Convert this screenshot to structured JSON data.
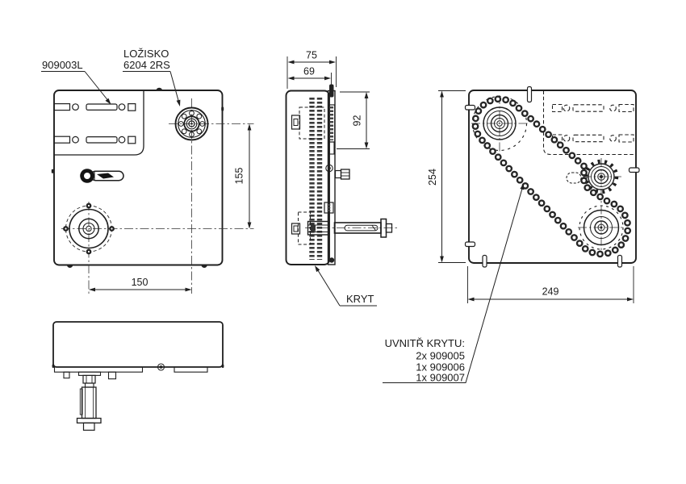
{
  "drawing": {
    "title_labels": {
      "plate_part": "909003L",
      "bearing_line1": "LOŽISKO",
      "bearing_line2": "6204 2RS",
      "cover": "KRYT",
      "inside_cover_title": "UVNITŘ KRYTU:",
      "inside_cover_items": [
        "2x 909005",
        "1x 909006",
        "1x 909007"
      ]
    },
    "dimensions": {
      "front_vertical": "155",
      "front_horizontal": "150",
      "side_width_outer": "75",
      "side_width_inner": "69",
      "side_height_offset": "92",
      "rear_height": "254",
      "rear_width": "249"
    },
    "colors": {
      "line": "#1f1f1f",
      "background": "#ffffff"
    }
  }
}
